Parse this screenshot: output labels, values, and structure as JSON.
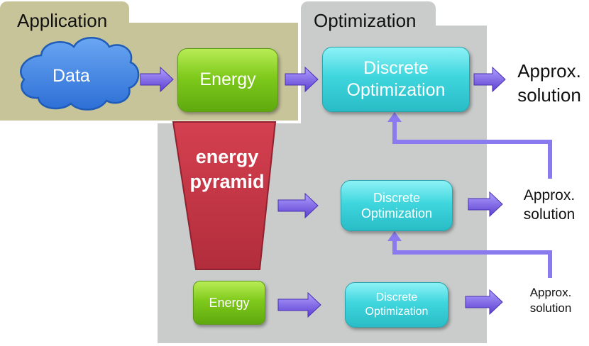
{
  "application": {
    "label": "Application"
  },
  "optimization": {
    "label": "Optimization"
  },
  "data_cloud": {
    "label": "Data"
  },
  "energy_top": {
    "label": "Energy"
  },
  "energy_bottom": {
    "label": "Energy"
  },
  "pyramid": {
    "line1": "energy",
    "line2": "pyramid"
  },
  "discrete_opt_top": {
    "line1": "Discrete",
    "line2": "Optimization"
  },
  "discrete_opt_mid": {
    "line1": "Discrete",
    "line2": "Optimization"
  },
  "discrete_opt_bottom": {
    "line1": "Discrete",
    "line2": "Optimization"
  },
  "solution_top": {
    "line1": "Approx.",
    "line2": "solution"
  },
  "solution_mid": {
    "line1": "Approx.",
    "line2": "solution"
  },
  "solution_bottom": {
    "line1": "Approx.",
    "line2": "solution"
  },
  "colors": {
    "application_panel": "#c7c49a",
    "optimization_panel": "#c9cccb",
    "cloud": "#3d7fe0",
    "energy_box": "#7fca1c",
    "optimization_box": "#3fd6de",
    "pyramid": "#c53646",
    "arrow": "#7a5ce0",
    "feedback_line": "#8a7af0"
  }
}
